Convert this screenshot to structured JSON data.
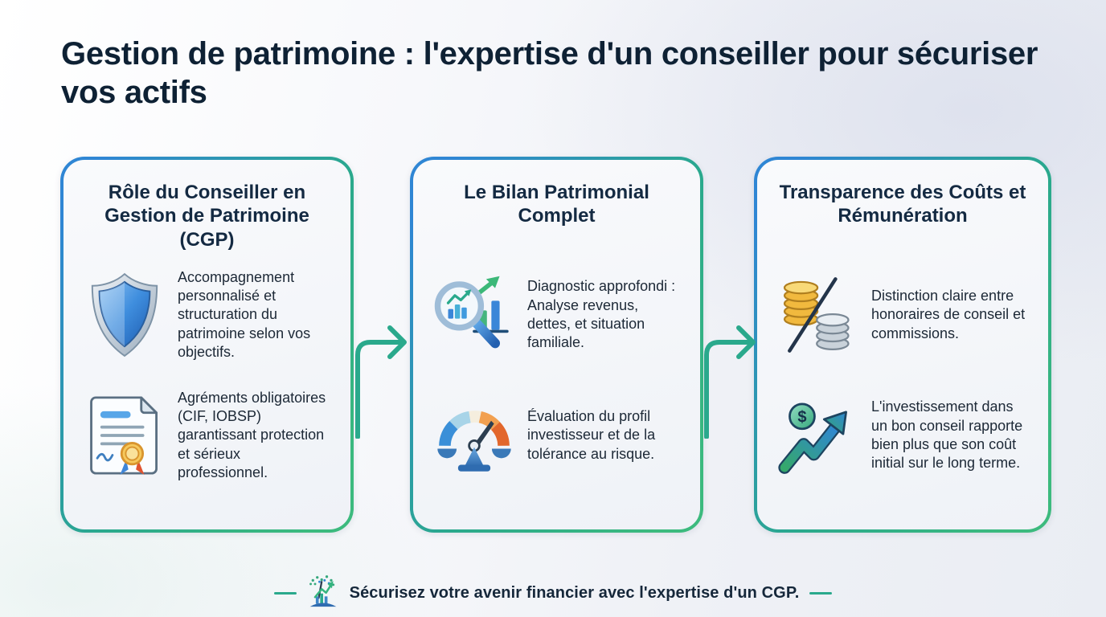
{
  "page": {
    "title": "Gestion de patrimoine : l'expertise d'un conseiller pour sécuriser vos actifs",
    "footer_text": "Sécurisez votre avenir financier avec l'expertise d'un CGP."
  },
  "cards": [
    {
      "title": "Rôle du Conseiller en Gestion de Patrimoine (CGP)",
      "items": [
        {
          "icon": "shield-icon",
          "text": "Accompagnement personnalisé et structuration du patrimoine selon vos objectifs."
        },
        {
          "icon": "certificate-icon",
          "text": "Agréments obligatoires (CIF, IOBSP) garantissant protection et sérieux professionnel."
        }
      ]
    },
    {
      "title": "Le Bilan Patrimonial Complet",
      "items": [
        {
          "icon": "magnifier-chart-icon",
          "text": "Diagnostic approfondi : Analyse revenus, dettes, et situation familiale."
        },
        {
          "icon": "risk-gauge-icon",
          "text": "Évaluation du profil investisseur et de la tolérance au risque."
        }
      ]
    },
    {
      "title": "Transparence des Coûts et Rémunération",
      "items": [
        {
          "icon": "coins-percent-icon",
          "text": "Distinction claire entre honoraires de conseil et commissions."
        },
        {
          "icon": "growth-arrow-icon",
          "text": "L'investissement dans un bon conseil rapporte bien plus que son coût initial sur le long terme."
        }
      ]
    }
  ],
  "colors": {
    "heading_navy": "#0e2134",
    "text_navy": "#1c2836",
    "accent_blue": "#2f86d4",
    "accent_green": "#3cba7e",
    "accent_teal": "#2aa98c",
    "gold": "#f1b93e",
    "silver": "#c9d2da",
    "orange": "#ee8a3c",
    "background": "#f0f2f7"
  }
}
